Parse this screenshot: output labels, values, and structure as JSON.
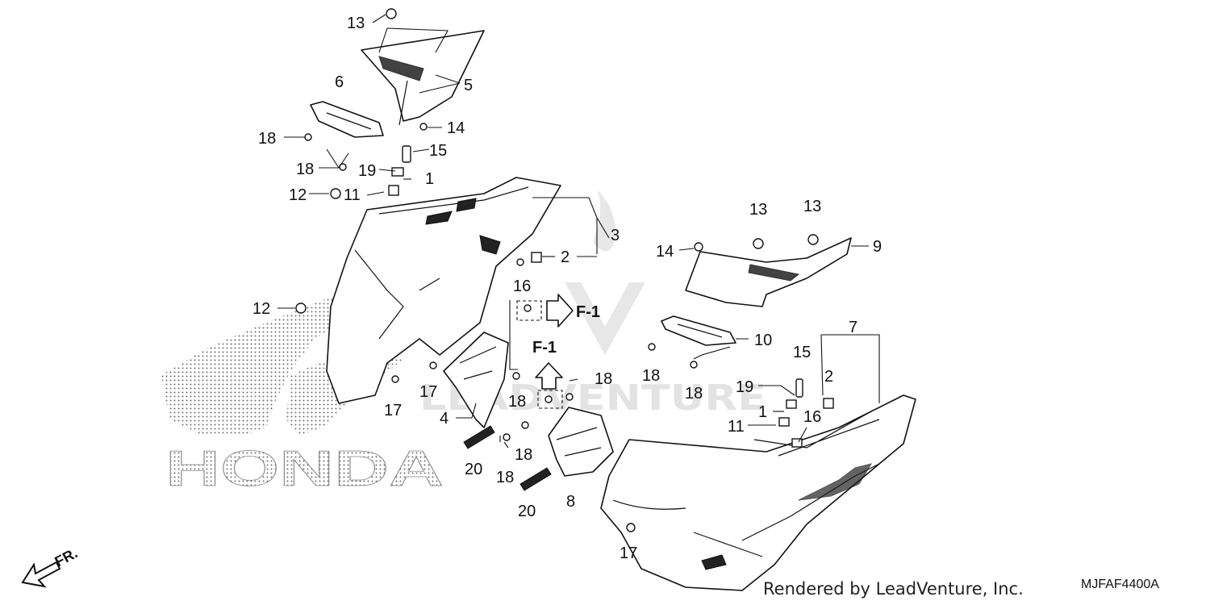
{
  "diagram": {
    "code": "MJFAF4400A",
    "credit": "Rendered by LeadVenture, Inc.",
    "watermark": "LEADVENTURE",
    "brand_logo": "HONDA",
    "front_indicator": "FR.",
    "section_ref": "F-1",
    "callouts": {
      "c13a": "13",
      "c5": "5",
      "c6": "6",
      "c14a": "14",
      "c18a": "18",
      "c15a": "15",
      "c18b": "18",
      "c19a": "19",
      "c1a": "1",
      "c11a": "11",
      "c12a": "12",
      "c3": "3",
      "c2a": "2",
      "c16a": "16",
      "c12b": "12",
      "c17a": "17",
      "c17b": "17",
      "c4": "4",
      "c18c": "18",
      "c18d": "18",
      "c18e": "18",
      "c18f": "18",
      "c20a": "20",
      "c20b": "20",
      "c8": "8",
      "c13b": "13",
      "c13c": "13",
      "c14b": "14",
      "c9": "9",
      "c10": "10",
      "c18g": "18",
      "c18h": "18",
      "c7": "7",
      "c15b": "15",
      "c2b": "2",
      "c19b": "19",
      "c1b": "1",
      "c16b": "16",
      "c11b": "11",
      "c17c": "17"
    }
  }
}
